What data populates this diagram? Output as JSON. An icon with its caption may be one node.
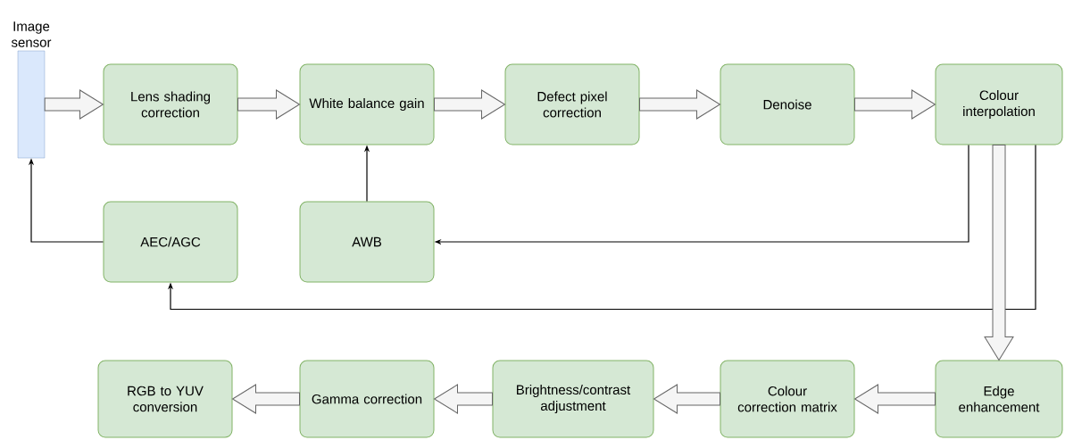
{
  "diagram": {
    "nodes": [
      {
        "text": [
          "Image sensor"
        ]
      },
      {
        "text": [
          "Lens shading correction"
        ]
      },
      {
        "text": [
          "White balance gain"
        ]
      },
      {
        "text": [
          "Defect pixel correction"
        ]
      },
      {
        "text": [
          "Denoise"
        ]
      },
      {
        "text": [
          "Colour interpolation"
        ]
      },
      {
        "text": [
          "AEC/AGC"
        ]
      },
      {
        "text": [
          "AWB"
        ]
      },
      {
        "text": [
          "RGB to YUV conversion"
        ]
      },
      {
        "text": [
          "Gamma correction"
        ]
      },
      {
        "text": [
          "Brightness/contrast adjustment"
        ]
      },
      {
        "text": [
          "Colour correction matrix"
        ]
      },
      {
        "text": [
          "Edge enhancement"
        ]
      }
    ],
    "edges": [
      {
        "from": 0,
        "to": 1,
        "arrow": "to",
        "style": "thick"
      },
      {
        "from": 1,
        "to": 2,
        "arrow": "to",
        "style": "thick"
      },
      {
        "from": 2,
        "to": 3,
        "arrow": "to",
        "style": "thick"
      },
      {
        "from": 3,
        "to": 4,
        "arrow": "to",
        "style": "thick"
      },
      {
        "from": 4,
        "to": 5,
        "arrow": "to",
        "style": "thick"
      },
      {
        "from": 5,
        "to": 7,
        "arrow": "to"
      },
      {
        "from": 5,
        "to": 6,
        "arrow": "to"
      },
      {
        "from": 7,
        "to": 2,
        "arrow": "to"
      },
      {
        "from": 6,
        "to": 0,
        "arrow": "to"
      },
      {
        "from": 5,
        "to": 12,
        "arrow": "to",
        "style": "thick"
      },
      {
        "from": 12,
        "to": 11,
        "arrow": "to",
        "style": "thick"
      },
      {
        "from": 11,
        "to": 10,
        "arrow": "to",
        "style": "thick"
      },
      {
        "from": 10,
        "to": 9,
        "arrow": "to",
        "style": "thick"
      },
      {
        "from": 9,
        "to": 8,
        "arrow": "to",
        "style": "thick"
      }
    ]
  }
}
